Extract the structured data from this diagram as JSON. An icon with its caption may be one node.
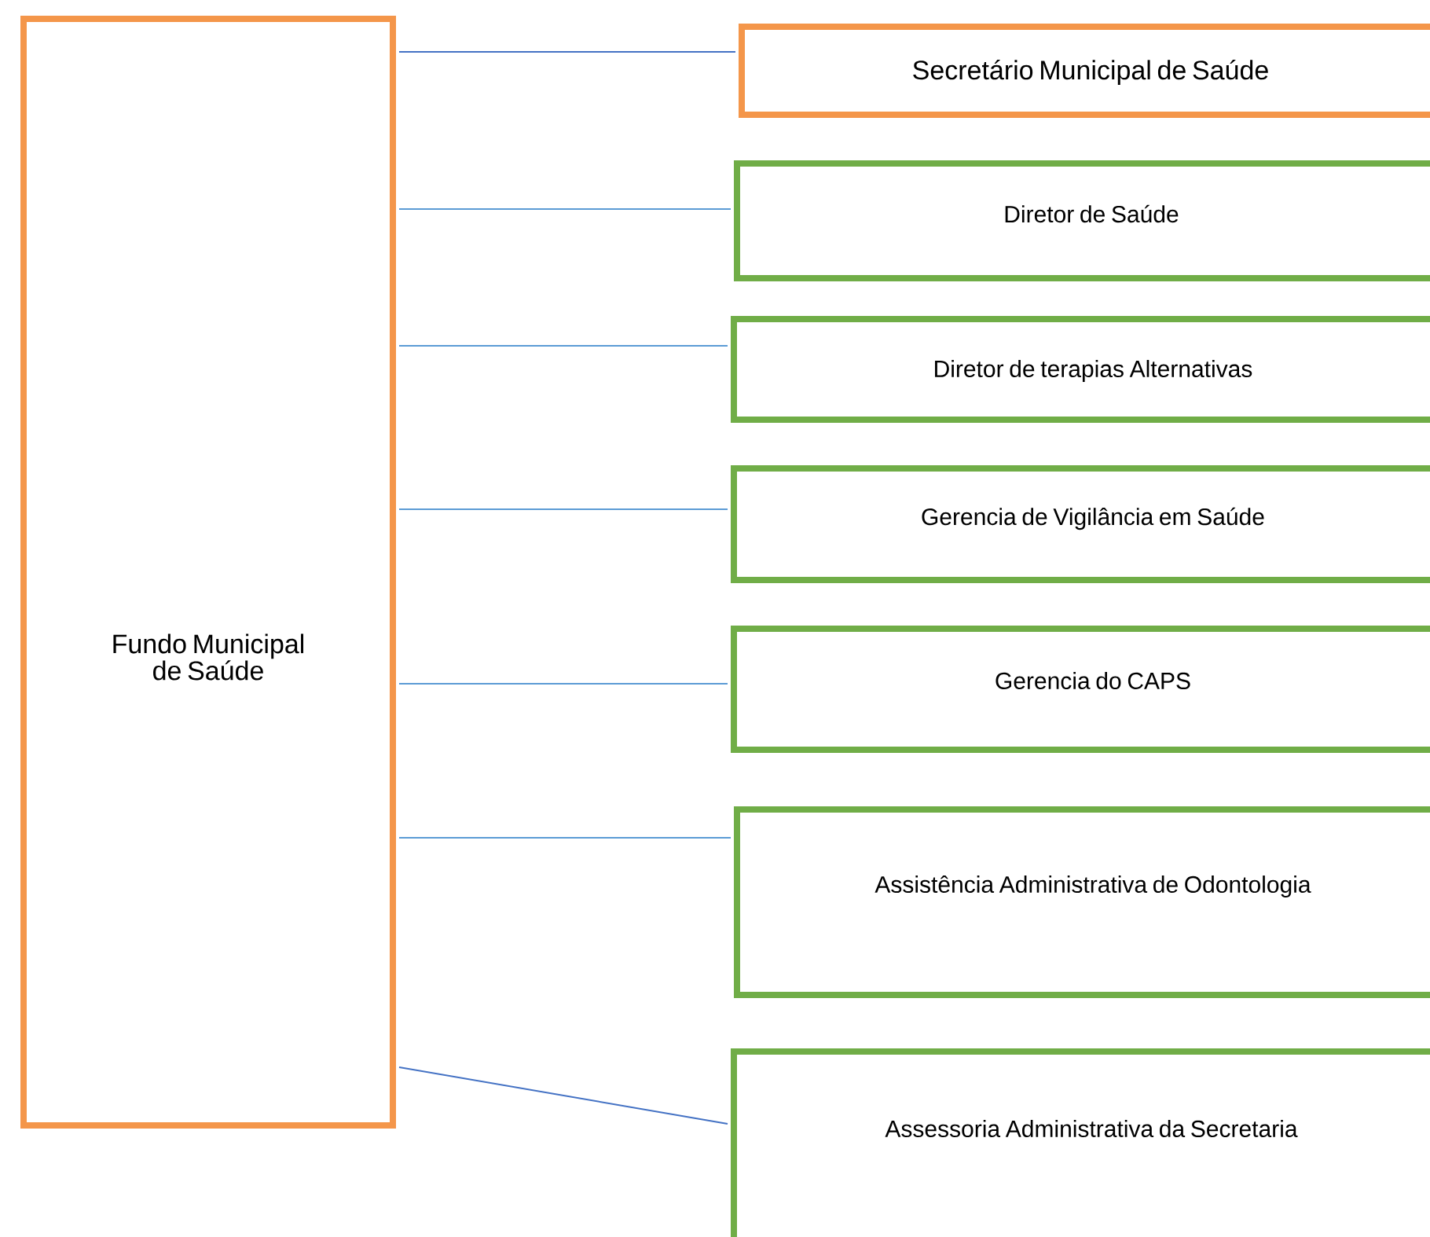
{
  "diagram": {
    "nodes": [
      {
        "text": [
          "Fundo Municipal de Saúde"
        ]
      },
      {
        "text": [
          "Secretário Municipal de Saúde"
        ]
      },
      {
        "text": [
          "Diretor de Saúde"
        ]
      },
      {
        "text": [
          "Diretor de terapias Alternativas"
        ]
      },
      {
        "text": [
          "Gerencia de Vigilância em Saúde"
        ]
      },
      {
        "text": [
          "Gerencia do CAPS"
        ]
      },
      {
        "text": [
          "Assistência Administrativa de Odontologia"
        ]
      },
      {
        "text": [
          "Assessoria Administrativa da Secretaria"
        ]
      }
    ],
    "edges": [
      {
        "from": 0,
        "to": 1,
        "arrow": "none",
        "color": "#4472c4"
      },
      {
        "from": 0,
        "to": 2,
        "arrow": "none"
      },
      {
        "from": 0,
        "to": 3,
        "arrow": "none"
      },
      {
        "from": 0,
        "to": 4,
        "arrow": "none"
      },
      {
        "from": 0,
        "to": 5,
        "arrow": "none"
      },
      {
        "from": 0,
        "to": 6,
        "arrow": "none"
      },
      {
        "from": 0,
        "to": 7,
        "arrow": "none",
        "color": "#4472c4"
      }
    ]
  }
}
